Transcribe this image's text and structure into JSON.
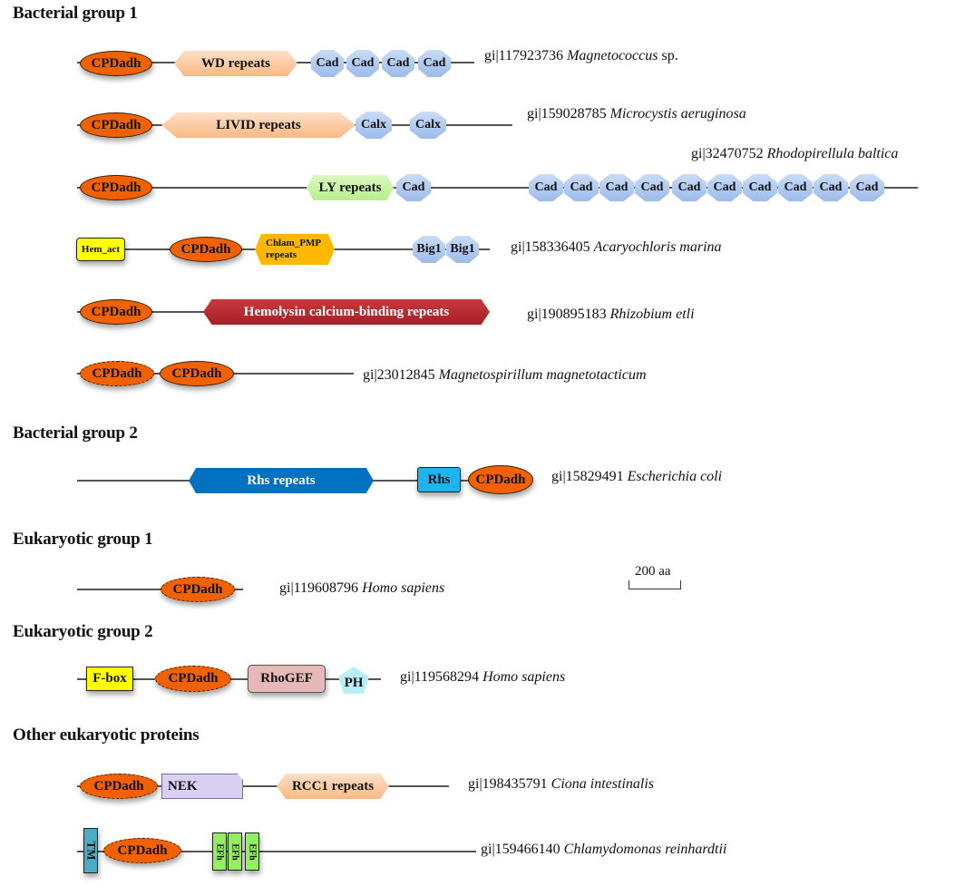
{
  "groups": [
    {
      "title": "Bacterial group 1"
    },
    {
      "title": "Bacterial group 2"
    },
    {
      "title": "Eukaryotic group 1"
    },
    {
      "title": "Eukaryotic group 2"
    },
    {
      "title": "Other eukaryotic proteins"
    }
  ],
  "proteins": [
    {
      "gi": "gi|117923736",
      "species": "Magnetococcus",
      "suffix": " sp."
    },
    {
      "gi": "gi|159028785",
      "species": "Microcystis  aeruginosa",
      "suffix": ""
    },
    {
      "gi": "gi|32470752",
      "species": "Rhodopirellula baltica",
      "suffix": ""
    },
    {
      "gi": "gi|158336405",
      "species": "Acaryochloris  marina",
      "suffix": ""
    },
    {
      "gi": "gi|190895183",
      "species": "Rhizobium etli",
      "suffix": ""
    },
    {
      "gi": "gi|23012845",
      "species": "Magnetospirillum  magnetotacticum",
      "suffix": ""
    },
    {
      "gi": "gi|15829491",
      "species": "Escherichia  coli",
      "suffix": ""
    },
    {
      "gi": "gi|119608796",
      "species": "Homo sapiens",
      "suffix": ""
    },
    {
      "gi": "gi|119568294",
      "species": "Homo sapiens",
      "suffix": ""
    },
    {
      "gi": "gi|198435791",
      "species": "Ciona intestinalis",
      "suffix": ""
    },
    {
      "gi": "gi|159466140",
      "species": "Chlamydomonas reinhardtii",
      "suffix": ""
    }
  ],
  "domains": {
    "cpdadh": "CPDadh",
    "wd": "WD repeats",
    "cad": "Cad",
    "livid": "LIVID repeats",
    "calx": "Calx",
    "ly": "LY repeats",
    "hem_act": "Hem_act",
    "chlam_pmp_1": "Chlam_PMP",
    "chlam_pmp_2": "repeats",
    "bigl": "Big1",
    "hemolysin": "Hemolysin calcium-binding repeats",
    "rhs_repeats": "Rhs repeats",
    "rhs": "Rhs",
    "fbox": "F-box",
    "rhogef": "RhoGEF",
    "ph": "PH",
    "nek": "NEK",
    "rcc1": "RCC1 repeats",
    "tm": "TM",
    "efh": "EFh"
  },
  "scale_bar": {
    "label": "200 aa",
    "length_aa": 200
  },
  "colors": {
    "cpdadh": "#f26100",
    "wd": "#fbc9a0",
    "cad": "#b3ccf2",
    "ly": "#ccf5a8",
    "hem_act": "#ffff00",
    "chlam_pmp": "#ffb800",
    "hemolysin": "#b8262b",
    "rhs_repeats": "#0070c0",
    "rhs": "#1fb4ee",
    "fbox": "#ffff00",
    "rhogef": "#e6b9b8",
    "ph": "#b7eef7",
    "nek": "#d9d0f2",
    "tm": "#4bacc6",
    "efh": "#92f060"
  }
}
